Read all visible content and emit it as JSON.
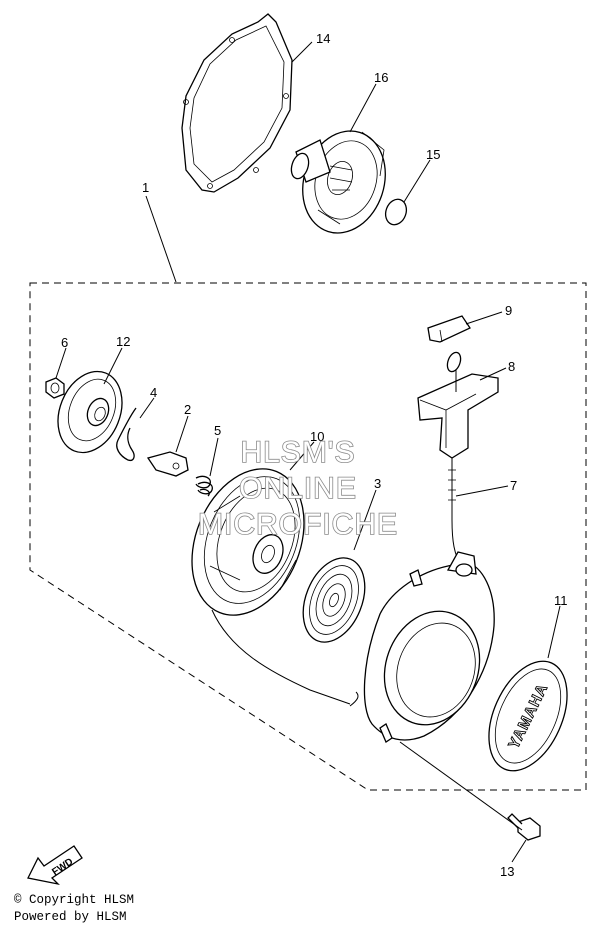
{
  "callouts": [
    {
      "id": "14",
      "label": "14"
    },
    {
      "id": "16",
      "label": "16"
    },
    {
      "id": "15",
      "label": "15"
    },
    {
      "id": "1",
      "label": "1"
    },
    {
      "id": "9",
      "label": "9"
    },
    {
      "id": "6",
      "label": "6"
    },
    {
      "id": "12",
      "label": "12"
    },
    {
      "id": "8",
      "label": "8"
    },
    {
      "id": "4",
      "label": "4"
    },
    {
      "id": "2",
      "label": "2"
    },
    {
      "id": "5",
      "label": "5"
    },
    {
      "id": "10",
      "label": "10"
    },
    {
      "id": "3",
      "label": "3"
    },
    {
      "id": "7",
      "label": "7"
    },
    {
      "id": "11",
      "label": "11"
    },
    {
      "id": "13",
      "label": "13"
    }
  ],
  "watermark": {
    "line1": "HLSM'S",
    "line2": "ONLINE",
    "line3": "MICROFICHE"
  },
  "emblem_text": "YAMAHA",
  "fwd_label": "FWD",
  "footer": {
    "copyright": "© Copyright HLSM",
    "powered": "Powered by HLSM"
  }
}
